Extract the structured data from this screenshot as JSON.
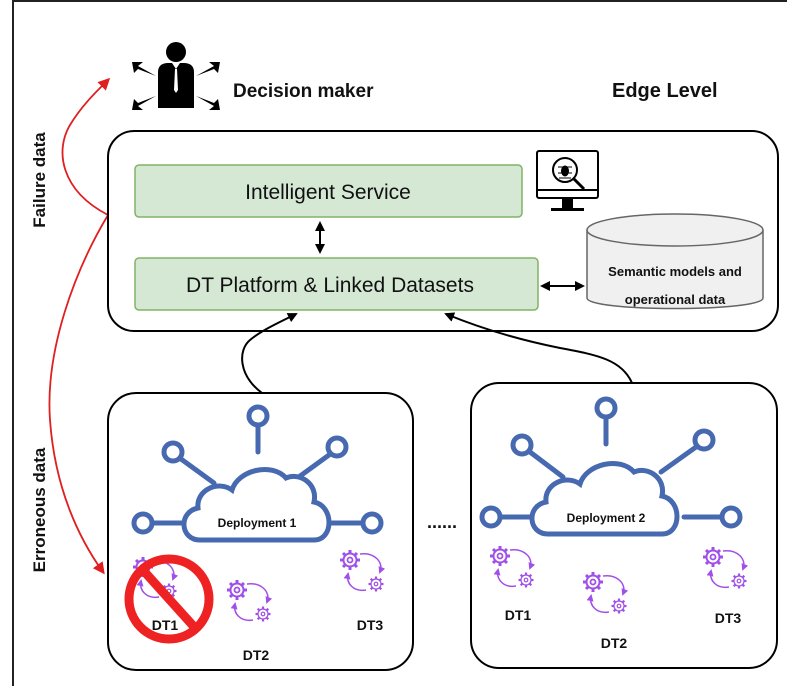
{
  "decision_maker": {
    "label": "Decision maker"
  },
  "edge_level": {
    "label": "Edge Level"
  },
  "side_labels": {
    "failure": "Failure data",
    "erroneous": "Erroneous data"
  },
  "edge_box": {
    "intelligent_service": "Intelligent Service",
    "dt_platform": "DT Platform & Linked Datasets",
    "database": {
      "line1": "Semantic models and",
      "line2": "operational data"
    }
  },
  "deployments": [
    {
      "label": "Deployment 1",
      "twins": [
        "DT1",
        "DT2",
        "DT3"
      ],
      "failed_twin": "DT1"
    },
    {
      "label": "Deployment 2",
      "twins": [
        "DT1",
        "DT2",
        "DT3"
      ]
    }
  ],
  "ellipsis": "......",
  "colors": {
    "service_fill": "#d5e8d4",
    "service_stroke": "#82b366",
    "cloud_stroke": "#4669b0",
    "gear_purple": "#a050e8",
    "failure_arrow": "#e02020",
    "prohibit_red": "#ee2222",
    "database_fill": "#f0f0f0"
  },
  "icons": [
    "person-icon",
    "monitor-bug-icon",
    "database-icon",
    "cloud-network-icon",
    "gear-icon",
    "prohibited-icon"
  ]
}
